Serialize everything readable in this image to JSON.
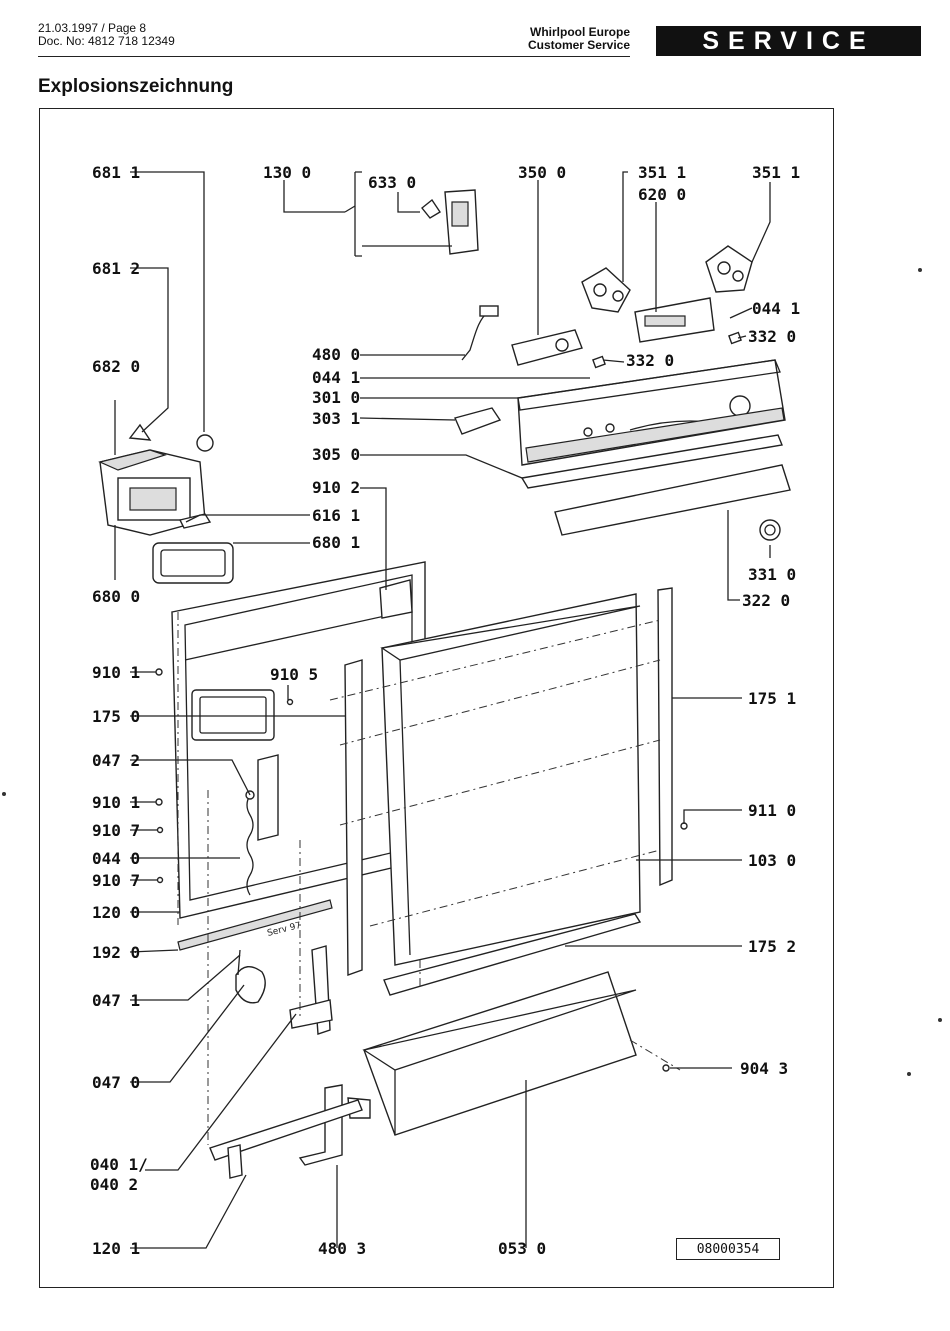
{
  "header": {
    "date_page": "21.03.1997 / Page 8",
    "doc_no": "Doc. No: 4812 718 12349",
    "company": "Whirlpool Europe",
    "department": "Customer Service",
    "badge": "SERVICE"
  },
  "title": "Explosionszeichnung",
  "drawing_number": "08000354",
  "stamp_text": "Serv 97",
  "labels": [
    "681 1",
    "130 0",
    "633 0",
    "350 0",
    "351 1",
    "620 0",
    "351 1",
    "681 2",
    "044 1",
    "332 0",
    "682 0",
    "480 0",
    "332 0",
    "044 1",
    "301 0",
    "303 1",
    "305 0",
    "910 2",
    "616 1",
    "680 1",
    "331 0",
    "680 0",
    "322 0",
    "910 1",
    "910 5",
    "175 1",
    "175 0",
    "047 2",
    "910 1",
    "911 0",
    "910 7",
    "044 0",
    "103 0",
    "910 7",
    "120 0",
    "192 0",
    "175 2",
    "047 1",
    "047 0",
    "904 3",
    "040 1/",
    "040 2",
    "120 1",
    "480 3",
    "053 0"
  ]
}
